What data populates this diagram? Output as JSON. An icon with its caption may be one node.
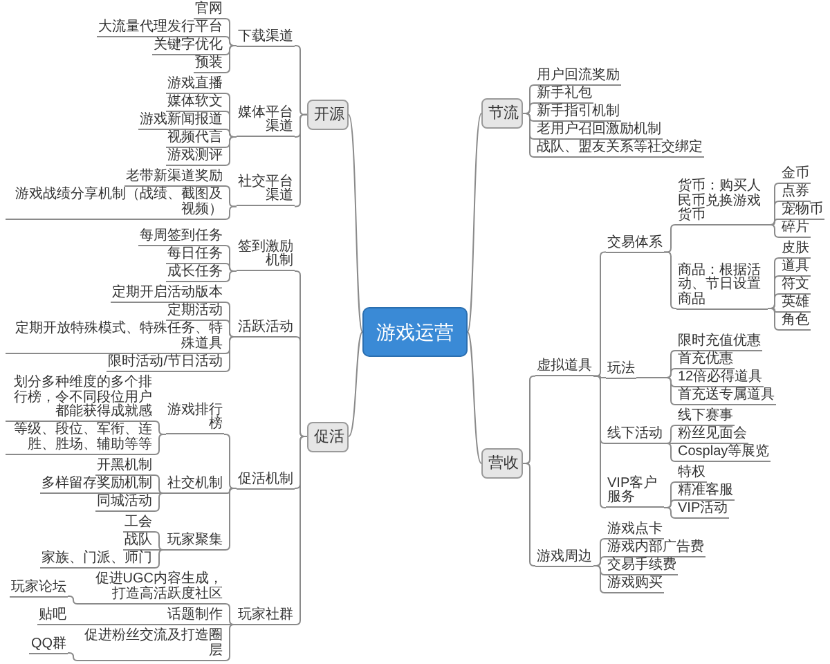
{
  "diagram": {
    "nodes": [
      {
        "text": [
          "游戏运营"
        ]
      },
      {
        "text": [
          "开源"
        ]
      },
      {
        "text": [
          "下载渠道"
        ]
      },
      {
        "text": [
          "官网"
        ]
      },
      {
        "text": [
          "大流量代理发行平台"
        ]
      },
      {
        "text": [
          "关键字优化"
        ]
      },
      {
        "text": [
          "预装"
        ]
      },
      {
        "text": [
          "媒体平台渠道"
        ]
      },
      {
        "text": [
          "游戏直播"
        ]
      },
      {
        "text": [
          "媒体软文"
        ]
      },
      {
        "text": [
          "游戏新闻报道"
        ]
      },
      {
        "text": [
          "视频代言"
        ]
      },
      {
        "text": [
          "游戏测评"
        ]
      },
      {
        "text": [
          "社交平台渠道"
        ]
      },
      {
        "text": [
          "老带新渠道奖励"
        ]
      },
      {
        "text": [
          "游戏战绩分享机制（战绩、截图及视频）"
        ]
      },
      {
        "text": [
          "促活"
        ]
      },
      {
        "text": [
          "签到激励机制"
        ]
      },
      {
        "text": [
          "每周签到任务"
        ]
      },
      {
        "text": [
          "每日任务"
        ]
      },
      {
        "text": [
          "成长任务"
        ]
      },
      {
        "text": [
          "活跃活动"
        ]
      },
      {
        "text": [
          "定期开启活动版本"
        ]
      },
      {
        "text": [
          "定期活动"
        ]
      },
      {
        "text": [
          "定期开放特殊模式、特殊任务、特殊道具"
        ]
      },
      {
        "text": [
          "限时活动/节日活动"
        ]
      },
      {
        "text": [
          "促活机制"
        ]
      },
      {
        "text": [
          "游戏排行榜"
        ]
      },
      {
        "text": [
          "划分多种维度的多个排行榜，令不同段位用户都能获得成就感"
        ]
      },
      {
        "text": [
          "等级、段位、军衔、连胜、胜场、辅助等等"
        ]
      },
      {
        "text": [
          "社交机制"
        ]
      },
      {
        "text": [
          "开黑机制"
        ]
      },
      {
        "text": [
          "多样留存奖励机制"
        ]
      },
      {
        "text": [
          "同城活动"
        ]
      },
      {
        "text": [
          "玩家聚集"
        ]
      },
      {
        "text": [
          "工会"
        ]
      },
      {
        "text": [
          "战队"
        ]
      },
      {
        "text": [
          "家族、门派、师门"
        ]
      },
      {
        "text": [
          "玩家社群"
        ]
      },
      {
        "text": [
          "促进UGC内容生成，打造高活跃度社区"
        ]
      },
      {
        "text": [
          "玩家论坛"
        ]
      },
      {
        "text": [
          "话题制作"
        ]
      },
      {
        "text": [
          "贴吧"
        ]
      },
      {
        "text": [
          "促进粉丝交流及打造圈层"
        ]
      },
      {
        "text": [
          "QQ群"
        ]
      },
      {
        "text": [
          "节流"
        ]
      },
      {
        "text": [
          "用户回流奖励"
        ]
      },
      {
        "text": [
          "新手礼包"
        ]
      },
      {
        "text": [
          "新手指引机制"
        ]
      },
      {
        "text": [
          "老用户召回激励机制"
        ]
      },
      {
        "text": [
          "战队、盟友关系等社交绑定"
        ]
      },
      {
        "text": [
          "营收"
        ]
      },
      {
        "text": [
          "虚拟道具"
        ]
      },
      {
        "text": [
          "交易体系"
        ]
      },
      {
        "text": [
          "货币：购买人民币兑换游戏货币"
        ]
      },
      {
        "text": [
          "金币"
        ]
      },
      {
        "text": [
          "点券"
        ]
      },
      {
        "text": [
          "宠物币"
        ]
      },
      {
        "text": [
          "碎片"
        ]
      },
      {
        "text": [
          "商品：根据活动、节日设置商品"
        ]
      },
      {
        "text": [
          "皮肤"
        ]
      },
      {
        "text": [
          "道具"
        ]
      },
      {
        "text": [
          "符文"
        ]
      },
      {
        "text": [
          "英雄"
        ]
      },
      {
        "text": [
          "角色"
        ]
      },
      {
        "text": [
          "玩法"
        ]
      },
      {
        "text": [
          "限时充值优惠"
        ]
      },
      {
        "text": [
          "首充优惠"
        ]
      },
      {
        "text": [
          "12倍必得道具"
        ]
      },
      {
        "text": [
          "首充送专属道具"
        ]
      },
      {
        "text": [
          "线下活动"
        ]
      },
      {
        "text": [
          "线下赛事"
        ]
      },
      {
        "text": [
          "粉丝见面会"
        ]
      },
      {
        "text": [
          "Cosplay等展览"
        ]
      },
      {
        "text": [
          "VIP客户服务"
        ]
      },
      {
        "text": [
          "特权"
        ]
      },
      {
        "text": [
          "精准客服"
        ]
      },
      {
        "text": [
          "VIP活动"
        ]
      },
      {
        "text": [
          "游戏周边"
        ]
      },
      {
        "text": [
          "游戏点卡"
        ]
      },
      {
        "text": [
          "游戏内部广告费"
        ]
      },
      {
        "text": [
          "交易手续费"
        ]
      },
      {
        "text": [
          "游戏购买"
        ]
      }
    ],
    "edges": [
      {
        "from": 0,
        "to": 1,
        "arrow": "none"
      },
      {
        "from": 1,
        "to": 2,
        "arrow": "none"
      },
      {
        "from": 2,
        "to": 3,
        "arrow": "none"
      },
      {
        "from": 2,
        "to": 4,
        "arrow": "none"
      },
      {
        "from": 2,
        "to": 5,
        "arrow": "none"
      },
      {
        "from": 2,
        "to": 6,
        "arrow": "none"
      },
      {
        "from": 1,
        "to": 7,
        "arrow": "none"
      },
      {
        "from": 7,
        "to": 8,
        "arrow": "none"
      },
      {
        "from": 7,
        "to": 9,
        "arrow": "none"
      },
      {
        "from": 7,
        "to": 10,
        "arrow": "none"
      },
      {
        "from": 7,
        "to": 11,
        "arrow": "none"
      },
      {
        "from": 7,
        "to": 12,
        "arrow": "none"
      },
      {
        "from": 1,
        "to": 13,
        "arrow": "none"
      },
      {
        "from": 13,
        "to": 14,
        "arrow": "none"
      },
      {
        "from": 13,
        "to": 15,
        "arrow": "none"
      },
      {
        "from": 0,
        "to": 16,
        "arrow": "none"
      },
      {
        "from": 16,
        "to": 17,
        "arrow": "none"
      },
      {
        "from": 17,
        "to": 18,
        "arrow": "none"
      },
      {
        "from": 17,
        "to": 19,
        "arrow": "none"
      },
      {
        "from": 17,
        "to": 20,
        "arrow": "none"
      },
      {
        "from": 16,
        "to": 21,
        "arrow": "none"
      },
      {
        "from": 21,
        "to": 22,
        "arrow": "none"
      },
      {
        "from": 21,
        "to": 23,
        "arrow": "none"
      },
      {
        "from": 21,
        "to": 24,
        "arrow": "none"
      },
      {
        "from": 21,
        "to": 25,
        "arrow": "none"
      },
      {
        "from": 16,
        "to": 26,
        "arrow": "none"
      },
      {
        "from": 26,
        "to": 27,
        "arrow": "none"
      },
      {
        "from": 27,
        "to": 28,
        "arrow": "none"
      },
      {
        "from": 27,
        "to": 29,
        "arrow": "none"
      },
      {
        "from": 26,
        "to": 30,
        "arrow": "none"
      },
      {
        "from": 30,
        "to": 31,
        "arrow": "none"
      },
      {
        "from": 30,
        "to": 32,
        "arrow": "none"
      },
      {
        "from": 30,
        "to": 33,
        "arrow": "none"
      },
      {
        "from": 26,
        "to": 34,
        "arrow": "none"
      },
      {
        "from": 34,
        "to": 35,
        "arrow": "none"
      },
      {
        "from": 34,
        "to": 36,
        "arrow": "none"
      },
      {
        "from": 34,
        "to": 37,
        "arrow": "none"
      },
      {
        "from": 16,
        "to": 38,
        "arrow": "none"
      },
      {
        "from": 38,
        "to": 39,
        "arrow": "none"
      },
      {
        "from": 39,
        "to": 40,
        "arrow": "none"
      },
      {
        "from": 38,
        "to": 41,
        "arrow": "none"
      },
      {
        "from": 41,
        "to": 42,
        "arrow": "none"
      },
      {
        "from": 38,
        "to": 43,
        "arrow": "none"
      },
      {
        "from": 43,
        "to": 44,
        "arrow": "none"
      },
      {
        "from": 0,
        "to": 45,
        "arrow": "none"
      },
      {
        "from": 45,
        "to": 46,
        "arrow": "none"
      },
      {
        "from": 45,
        "to": 47,
        "arrow": "none"
      },
      {
        "from": 45,
        "to": 48,
        "arrow": "none"
      },
      {
        "from": 45,
        "to": 49,
        "arrow": "none"
      },
      {
        "from": 45,
        "to": 50,
        "arrow": "none"
      },
      {
        "from": 0,
        "to": 51,
        "arrow": "none"
      },
      {
        "from": 51,
        "to": 52,
        "arrow": "none"
      },
      {
        "from": 52,
        "to": 53,
        "arrow": "none"
      },
      {
        "from": 53,
        "to": 54,
        "arrow": "none"
      },
      {
        "from": 54,
        "to": 55,
        "arrow": "none"
      },
      {
        "from": 54,
        "to": 56,
        "arrow": "none"
      },
      {
        "from": 54,
        "to": 57,
        "arrow": "none"
      },
      {
        "from": 54,
        "to": 58,
        "arrow": "none"
      },
      {
        "from": 53,
        "to": 59,
        "arrow": "none"
      },
      {
        "from": 59,
        "to": 60,
        "arrow": "none"
      },
      {
        "from": 59,
        "to": 61,
        "arrow": "none"
      },
      {
        "from": 59,
        "to": 62,
        "arrow": "none"
      },
      {
        "from": 59,
        "to": 63,
        "arrow": "none"
      },
      {
        "from": 59,
        "to": 64,
        "arrow": "none"
      },
      {
        "from": 52,
        "to": 65,
        "arrow": "none"
      },
      {
        "from": 65,
        "to": 66,
        "arrow": "none"
      },
      {
        "from": 65,
        "to": 67,
        "arrow": "none"
      },
      {
        "from": 65,
        "to": 68,
        "arrow": "none"
      },
      {
        "from": 65,
        "to": 69,
        "arrow": "none"
      },
      {
        "from": 52,
        "to": 70,
        "arrow": "none"
      },
      {
        "from": 70,
        "to": 71,
        "arrow": "none"
      },
      {
        "from": 70,
        "to": 72,
        "arrow": "none"
      },
      {
        "from": 70,
        "to": 73,
        "arrow": "none"
      },
      {
        "from": 52,
        "to": 74,
        "arrow": "none"
      },
      {
        "from": 74,
        "to": 75,
        "arrow": "none"
      },
      {
        "from": 74,
        "to": 76,
        "arrow": "none"
      },
      {
        "from": 74,
        "to": 77,
        "arrow": "none"
      },
      {
        "from": 51,
        "to": 78,
        "arrow": "none"
      },
      {
        "from": 78,
        "to": 79,
        "arrow": "none"
      },
      {
        "from": 78,
        "to": 80,
        "arrow": "none"
      },
      {
        "from": 78,
        "to": 81,
        "arrow": "none"
      },
      {
        "from": 78,
        "to": 82,
        "arrow": "none"
      }
    ]
  }
}
